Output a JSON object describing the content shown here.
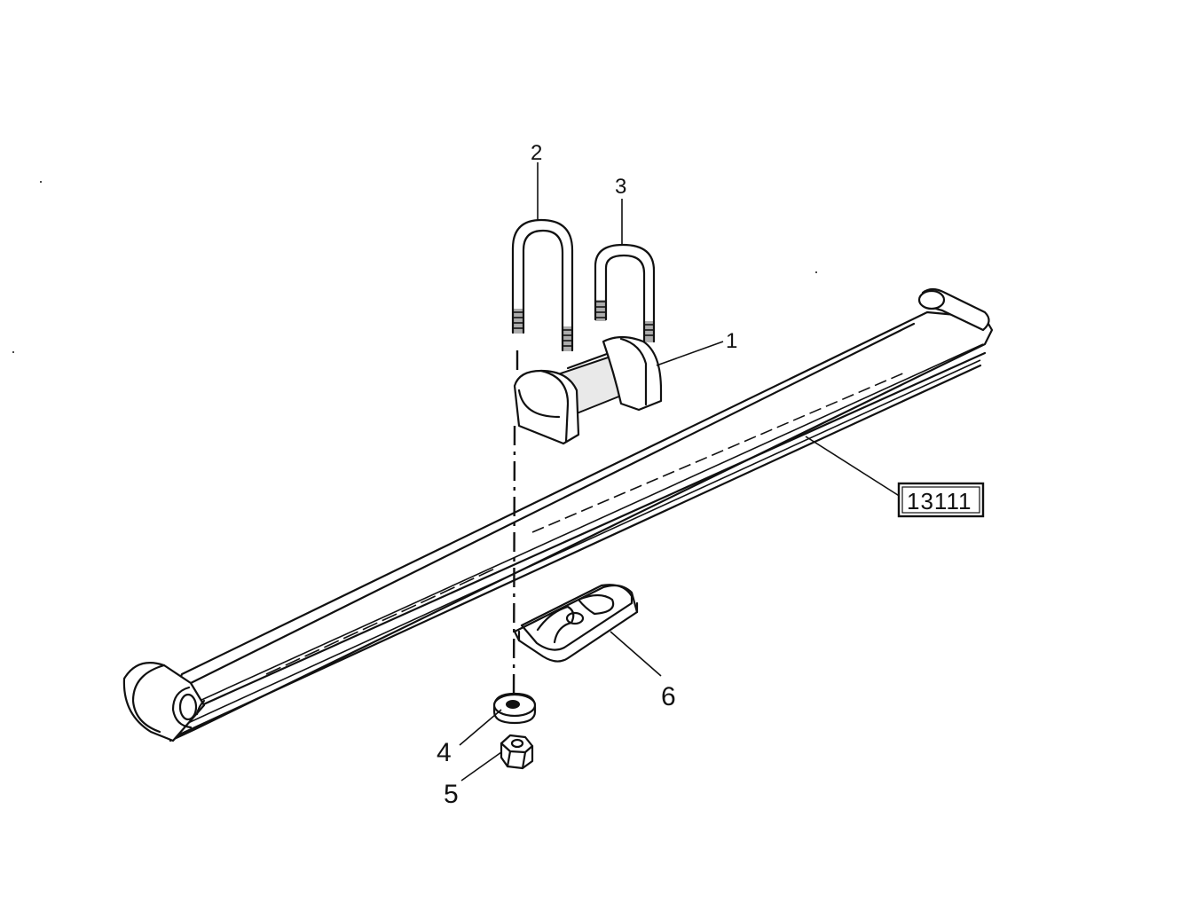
{
  "callouts": {
    "c1": "1",
    "c2": "2",
    "c3": "3",
    "c4": "4",
    "c5": "5",
    "c6": "6"
  },
  "reference": {
    "label": "13111"
  },
  "colors": {
    "line": "#111111",
    "background": "#ffffff"
  }
}
